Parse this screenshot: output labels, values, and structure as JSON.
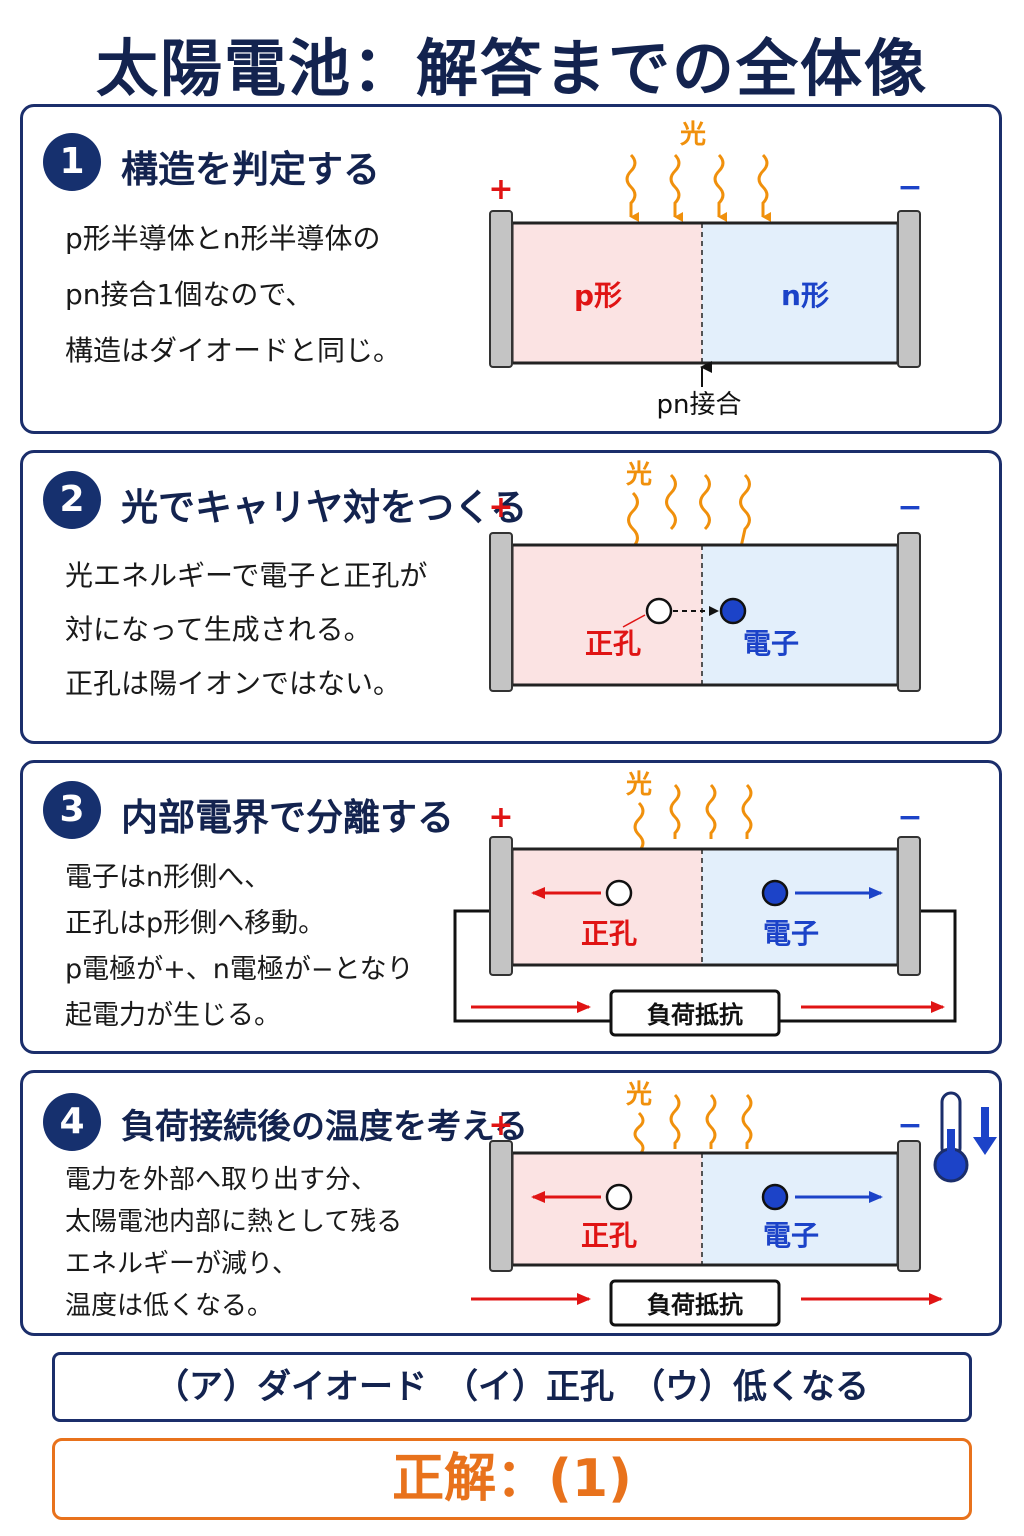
{
  "title": "太陽電池：解答までの全体像",
  "panels": [
    {
      "number": "1",
      "heading": "構造を判定する",
      "lines": [
        "p形半導体とn形半導体の",
        "pn接合1個なので、",
        "構造はダイオードと同じ。"
      ],
      "labels": {
        "light": "光",
        "plus": "+",
        "minus": "−",
        "p": "p形",
        "n": "n形",
        "junction": "pn接合"
      }
    },
    {
      "number": "2",
      "heading": "光でキャリヤ対をつくる",
      "lines": [
        "光エネルギーで電子と正孔が",
        "対になって生成される。",
        "正孔は陽イオンではない。"
      ],
      "labels": {
        "light": "光",
        "plus": "+",
        "minus": "−",
        "hole": "正孔",
        "electron": "電子"
      }
    },
    {
      "number": "3",
      "heading": "内部電界で分離する",
      "lines": [
        "電子はn形側へ、",
        "正孔はp形側へ移動。",
        "p電極が+、n電極が−となり",
        "起電力が生じる。"
      ],
      "labels": {
        "light": "光",
        "plus": "+",
        "minus": "−",
        "hole": "正孔",
        "electron": "電子",
        "load": "負荷抵抗"
      }
    },
    {
      "number": "4",
      "heading": "負荷接続後の温度を考える",
      "lines": [
        "電力を外部へ取り出す分、",
        "太陽電池内部に熱として残る",
        "エネルギーが減り、",
        "温度は低くなる。"
      ],
      "labels": {
        "light": "光",
        "plus": "+",
        "minus": "−",
        "hole": "正孔",
        "electron": "電子",
        "load": "負荷抵抗"
      }
    }
  ],
  "answer_line": "（ア）ダイオード　（イ）正孔　（ウ）低くなる",
  "correct": "正解：(1)",
  "colors": {
    "navy": "#13234f",
    "red": "#e01414",
    "blue": "#1c43c8",
    "orange": "#f0900c",
    "p_fill": "#fbe3e3",
    "n_fill": "#e3effb"
  }
}
